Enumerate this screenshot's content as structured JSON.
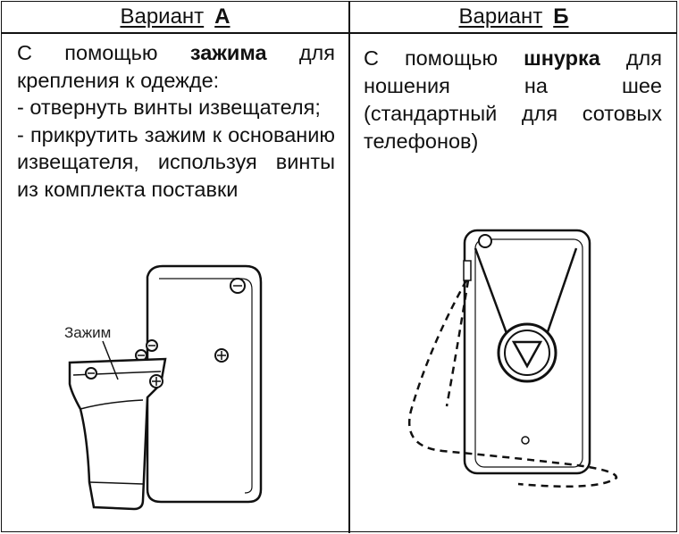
{
  "variantA": {
    "heading_word": "Вариант",
    "heading_letter": "А",
    "intro_pre": "С помощью ",
    "intro_bold": "зажима",
    "intro_post": " для крепления к одежде:",
    "step1": "- отвернуть винты извещателя;",
    "step2": "- прикрутить зажим к основанию извещателя, используя винты из комплекта поставки",
    "clip_label": "Зажим"
  },
  "variantB": {
    "heading_word": "Вариант",
    "heading_letter": "Б",
    "intro_pre": "С помощью ",
    "intro_bold": "шнурка",
    "intro_post": " для ношения на шее (стандартный для сотовых телефонов)"
  },
  "icons": {
    "panic_button": "triangle-down-icon",
    "screw": "screw-icon"
  }
}
